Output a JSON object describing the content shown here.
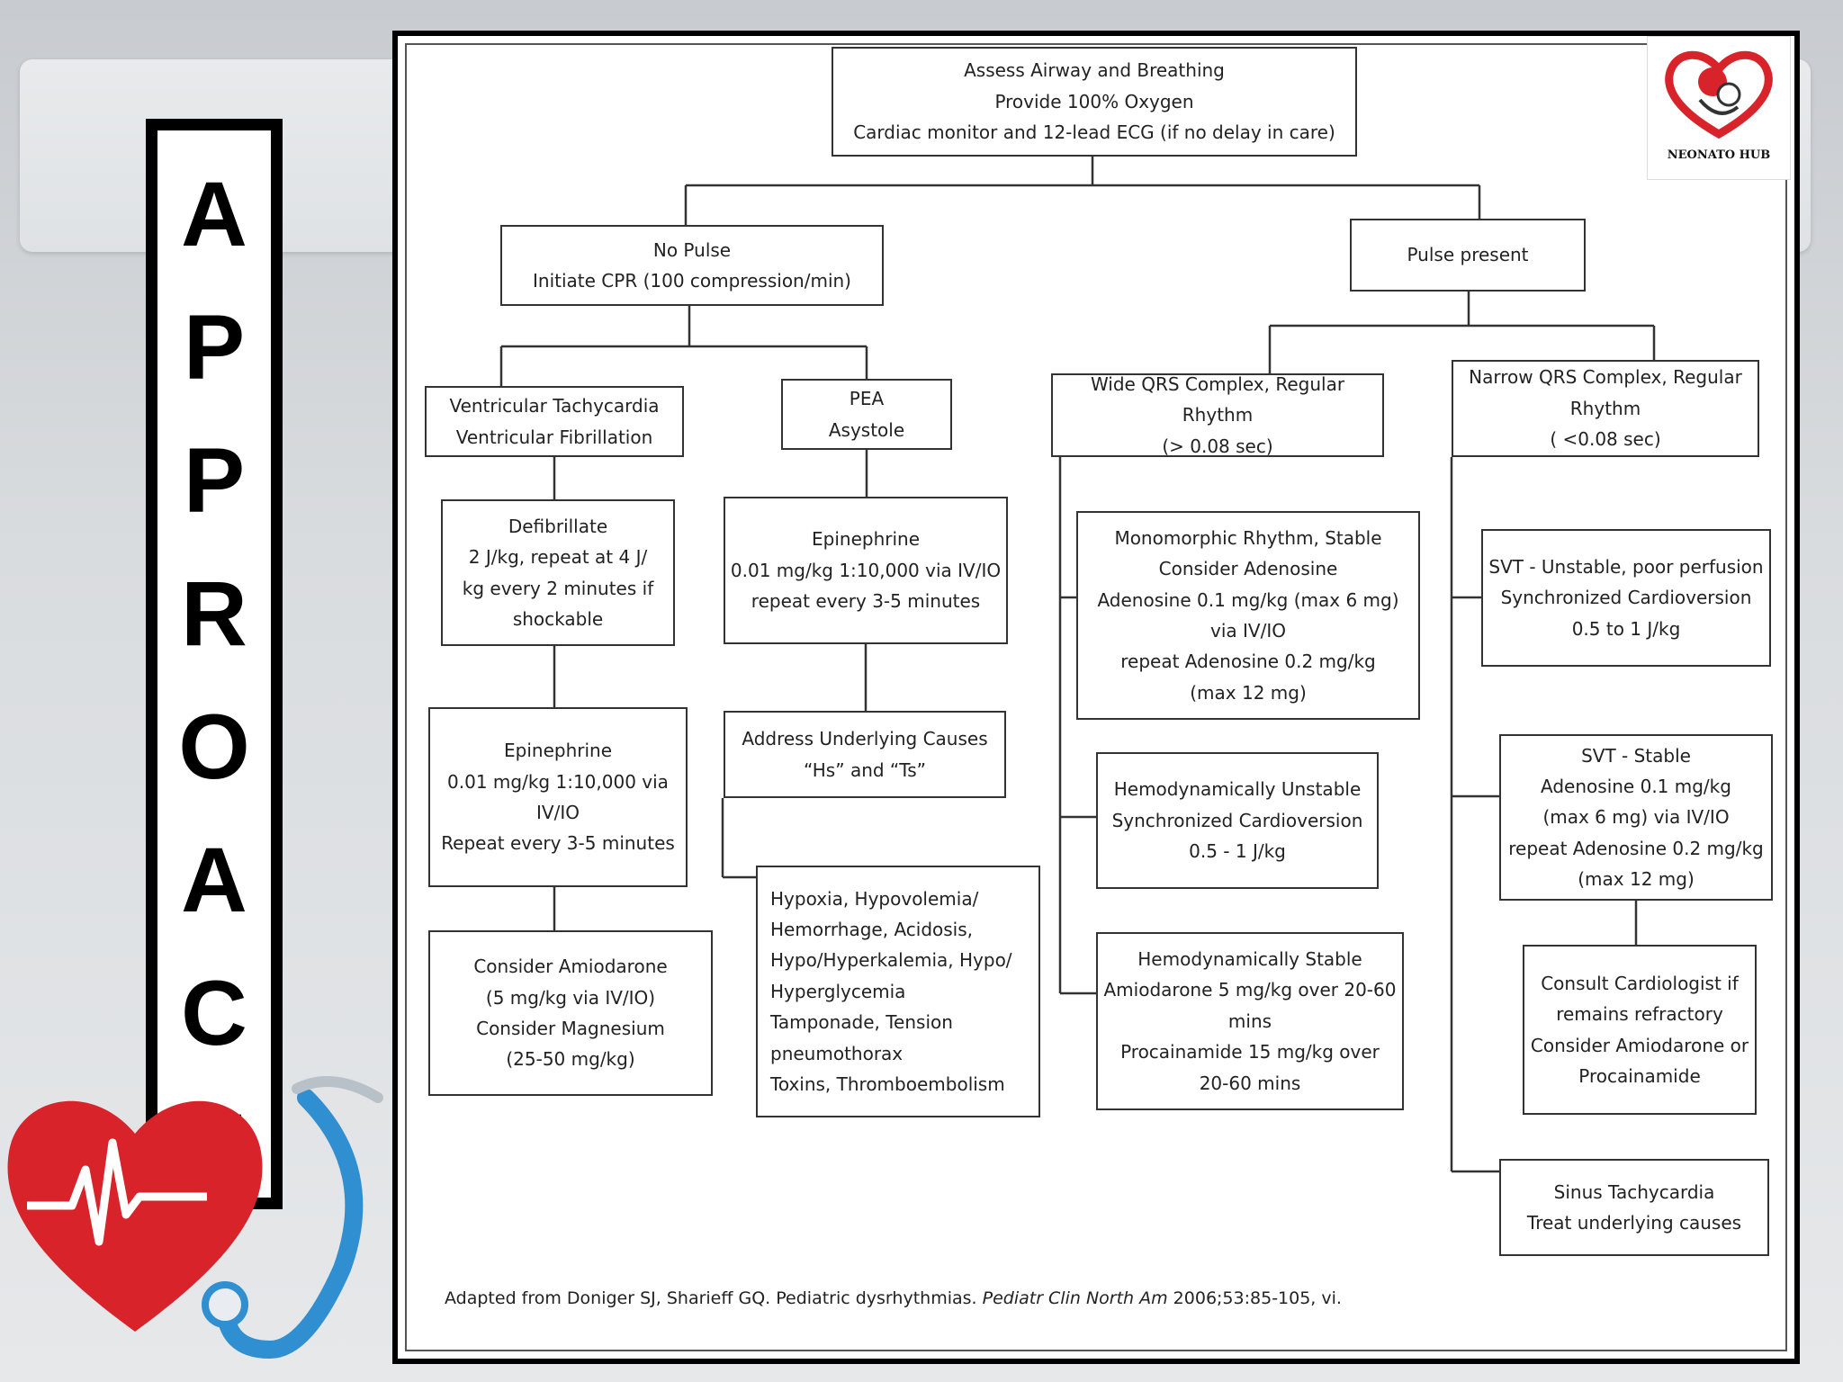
{
  "side_title": [
    "A",
    "P",
    "P",
    "R",
    "O",
    "A",
    "C",
    "H"
  ],
  "logo": {
    "text": "NEONATO HUB",
    "icon": "heart-baby-logo-icon"
  },
  "flowchart": {
    "assess": [
      "Assess Airway and Breathing",
      "Provide 100% Oxygen",
      "Cardiac monitor and 12-lead ECG (if no delay in care)"
    ],
    "no_pulse": [
      "No Pulse",
      "Initiate CPR (100 compression/min)"
    ],
    "pulse_present": [
      "Pulse present"
    ],
    "vt_vf": [
      "Ventricular Tachycardia",
      "Ventricular Fibrillation"
    ],
    "pea": [
      "PEA",
      "Asystole"
    ],
    "defibrillate": [
      "Defibrillate",
      "2 J/kg, repeat at 4 J/",
      "kg every 2 minutes if",
      "shockable"
    ],
    "epi_pea": [
      "Epinephrine",
      "0.01 mg/kg 1:10,000 via IV/IO",
      "repeat every 3-5 minutes"
    ],
    "epi_vf": [
      "Epinephrine",
      "0.01 mg/kg 1:10,000 via",
      "IV/IO",
      "Repeat every 3-5 minutes"
    ],
    "address_causes": [
      "Address Underlying Causes",
      "“Hs” and “Ts”"
    ],
    "amiodarone": [
      "Consider Amiodarone",
      "(5 mg/kg via IV/IO)",
      "Consider Magnesium",
      "(25-50 mg/kg)"
    ],
    "hs_ts": [
      "Hypoxia, Hypovolemia/",
      "Hemorrhage, Acidosis,",
      "Hypo/Hyperkalemia, Hypo/",
      "Hyperglycemia",
      "Tamponade, Tension",
      "pneumothorax",
      "Toxins, Thromboembolism"
    ],
    "wide_qrs": [
      "Wide QRS Complex, Regular",
      "Rhythm",
      "(> 0.08 sec)"
    ],
    "narrow_qrs": [
      "Narrow QRS Complex, Regular",
      "Rhythm",
      "( <0.08 sec)"
    ],
    "monomorphic": [
      "Monomorphic Rhythm, Stable",
      "Consider Adenosine",
      "Adenosine 0.1 mg/kg (max 6 mg)",
      "via IV/IO",
      "repeat Adenosine 0.2 mg/kg",
      "(max 12 mg)"
    ],
    "hemo_unstable": [
      "Hemodynamically Unstable",
      "Synchronized Cardioversion",
      "0.5 - 1 J/kg"
    ],
    "hemo_stable": [
      "Hemodynamically Stable",
      "Amiodarone 5 mg/kg over 20-60",
      "mins",
      "Procainamide 15 mg/kg over",
      "20-60 mins"
    ],
    "svt_unstable": [
      "SVT - Unstable, poor perfusion",
      "Synchronized Cardioversion",
      "0.5 to 1 J/kg"
    ],
    "svt_stable": [
      "SVT - Stable",
      "Adenosine 0.1 mg/kg",
      "(max 6 mg) via IV/IO",
      "repeat Adenosine 0.2 mg/kg",
      "(max 12 mg)"
    ],
    "consult": [
      "Consult Cardiologist if",
      "remains refractory",
      "Consider Amiodarone or",
      "Procainamide"
    ],
    "sinus": [
      "Sinus Tachycardia",
      "Treat underlying causes"
    ]
  },
  "citation": {
    "text": "Adapted from Doniger SJ, Sharieff GQ. Pediatric dysrhythmias. ",
    "journal": "Pediatr Clin North Am",
    "rest": " 2006;53:85-105, vi."
  },
  "decor": {
    "heart_icon": "heart-ecg-icon",
    "stethoscope_icon": "stethoscope-icon",
    "heart_color": "#d9232a",
    "stethoscope_color": "#2f8fd0"
  }
}
